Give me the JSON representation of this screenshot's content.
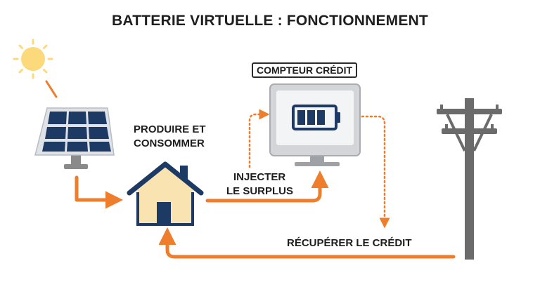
{
  "title": "BATTERIE VIRTUELLE : FONCTIONNEMENT",
  "labels": {
    "produce_line1": "PRODUIRE ET",
    "produce_line2": "CONSOMMER",
    "inject_line1": "INJECTER",
    "inject_line2": "LE SURPLUS",
    "meter": "COMPTEUR CRÉDIT",
    "recover": "RÉCUPÉRER LE CRÉDIT"
  },
  "icons": [
    "sun-icon",
    "solar-panel-icon",
    "house-icon",
    "monitor-icon",
    "battery-icon",
    "power-pole-icon"
  ],
  "battery_level": 0.75,
  "colors": {
    "arrow": "#ee7d2c",
    "sun": "#fcd97a",
    "panel": "#1d3a64",
    "house_wall": "#f9e3b0",
    "house_outline": "#1d3a64",
    "monitor": "#d3d5d8",
    "pole": "#6b6b6b",
    "text": "#1e1e1e"
  }
}
